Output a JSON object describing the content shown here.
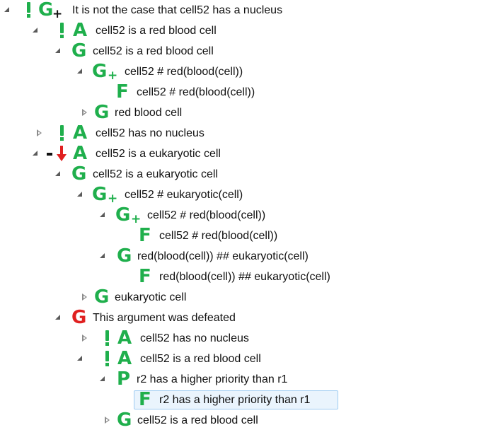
{
  "colors": {
    "green": "#1faf4c",
    "red": "#e02020",
    "black": "#111111",
    "selection_border": "#9ecbf2",
    "selection_bg": "#eaf4fd"
  },
  "tree": {
    "rows": [
      {
        "label": "It is not the case that cell52 has a nucleus",
        "twisty": "expanded",
        "icons": [
          "green-exclamation-icon",
          "green-g-plus-black-icon"
        ]
      },
      {
        "label": "cell52 is a red blood cell",
        "twisty": "expanded",
        "icons": [
          "green-exclamation-icon",
          "green-a-icon"
        ]
      },
      {
        "label": "cell52 is a red blood cell",
        "twisty": "expanded",
        "icons": [
          "green-g-icon"
        ]
      },
      {
        "label": "cell52 # red(blood(cell))",
        "twisty": "expanded",
        "icons": [
          "green-g-plus-icon"
        ]
      },
      {
        "label": "cell52 # red(blood(cell))",
        "twisty": "none",
        "icons": [
          "green-f-icon"
        ]
      },
      {
        "label": "red blood cell",
        "twisty": "collapsed",
        "icons": [
          "green-g-icon"
        ]
      },
      {
        "label": "cell52 has no nucleus",
        "twisty": "collapsed",
        "icons": [
          "green-exclamation-icon",
          "green-a-icon"
        ]
      },
      {
        "label": "cell52 is a eukaryotic cell",
        "twisty": "expanded",
        "icons": [
          "black-minus-icon",
          "red-down-arrow-icon",
          "green-a-icon"
        ]
      },
      {
        "label": "cell52 is a eukaryotic cell",
        "twisty": "expanded",
        "icons": [
          "green-g-icon"
        ]
      },
      {
        "label": "cell52 # eukaryotic(cell)",
        "twisty": "expanded",
        "icons": [
          "green-g-plus-icon"
        ]
      },
      {
        "label": "cell52 # red(blood(cell))",
        "twisty": "expanded",
        "icons": [
          "green-g-plus-icon"
        ]
      },
      {
        "label": "cell52 # red(blood(cell))",
        "twisty": "none",
        "icons": [
          "green-f-icon"
        ]
      },
      {
        "label": "red(blood(cell)) ## eukaryotic(cell)",
        "twisty": "expanded",
        "icons": [
          "green-g-icon"
        ]
      },
      {
        "label": "red(blood(cell)) ## eukaryotic(cell)",
        "twisty": "none",
        "icons": [
          "green-f-icon"
        ]
      },
      {
        "label": "eukaryotic cell",
        "twisty": "collapsed",
        "icons": [
          "green-g-icon"
        ]
      },
      {
        "label": "This argument was defeated",
        "twisty": "expanded",
        "icons": [
          "red-g-icon"
        ]
      },
      {
        "label": "cell52 has no nucleus",
        "twisty": "collapsed",
        "icons": [
          "green-exclamation-icon",
          "green-a-icon"
        ]
      },
      {
        "label": "cell52 is a red blood cell",
        "twisty": "expanded",
        "icons": [
          "green-exclamation-icon",
          "green-a-icon"
        ]
      },
      {
        "label": "r2 has a higher priority than r1",
        "twisty": "expanded",
        "icons": [
          "green-p-icon"
        ]
      },
      {
        "label": "r2 has a higher priority than r1",
        "twisty": "none",
        "icons": [
          "green-f-icon"
        ],
        "selected": true
      },
      {
        "label": "cell52 is a red blood cell",
        "twisty": "collapsed",
        "icons": [
          "green-g-icon"
        ]
      }
    ]
  }
}
